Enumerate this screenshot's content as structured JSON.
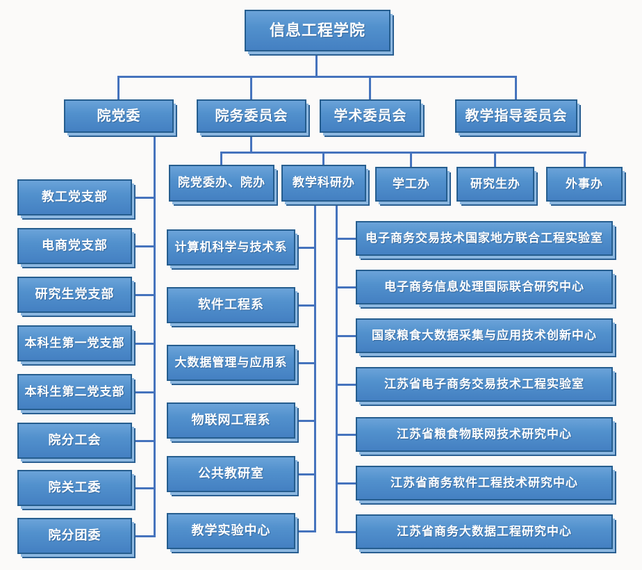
{
  "root": {
    "label": "信息工程学院"
  },
  "committees": [
    {
      "label": "院党委"
    },
    {
      "label": "院务委员会"
    },
    {
      "label": "学术委员会"
    },
    {
      "label": "教学指导委员会"
    }
  ],
  "offices": [
    {
      "label": "院党委办、院办"
    },
    {
      "label": "教学科研办"
    },
    {
      "label": "学工办"
    },
    {
      "label": "研究生办"
    },
    {
      "label": "外事办"
    }
  ],
  "party_branches": [
    {
      "label": "教工党支部"
    },
    {
      "label": "电商党支部"
    },
    {
      "label": "研究生党支部"
    },
    {
      "label": "本科生第一党支部"
    },
    {
      "label": "本科生第二党支部"
    },
    {
      "label": "院分工会"
    },
    {
      "label": "院关工委"
    },
    {
      "label": "院分团委"
    }
  ],
  "departments": [
    {
      "label": "计算机科学与技术系"
    },
    {
      "label": "软件工程系"
    },
    {
      "label": "大数据管理与应用系"
    },
    {
      "label": "物联网工程系"
    },
    {
      "label": "公共教研室"
    },
    {
      "label": "教学实验中心"
    }
  ],
  "research_centers": [
    {
      "label": "电子商务交易技术国家地方联合工程实验室"
    },
    {
      "label": "电子商务信息处理国际联合研究中心"
    },
    {
      "label": "国家粮食大数据采集与应用技术创新中心"
    },
    {
      "label": "江苏省电子商务交易技术工程实验室"
    },
    {
      "label": "江苏省粮食物联网技术研究中心"
    },
    {
      "label": "江苏省商务软件工程技术研究中心"
    },
    {
      "label": "江苏省商务大数据工程研究中心"
    }
  ],
  "colors": {
    "box_fill_top": "#6ba3d9",
    "box_fill_bottom": "#4480c2",
    "box_border": "#255d8e",
    "bevel_light": "#8cb7e0",
    "connector_line": "#4573bd",
    "text": "#ffffff",
    "background": "#fbfaf9"
  }
}
